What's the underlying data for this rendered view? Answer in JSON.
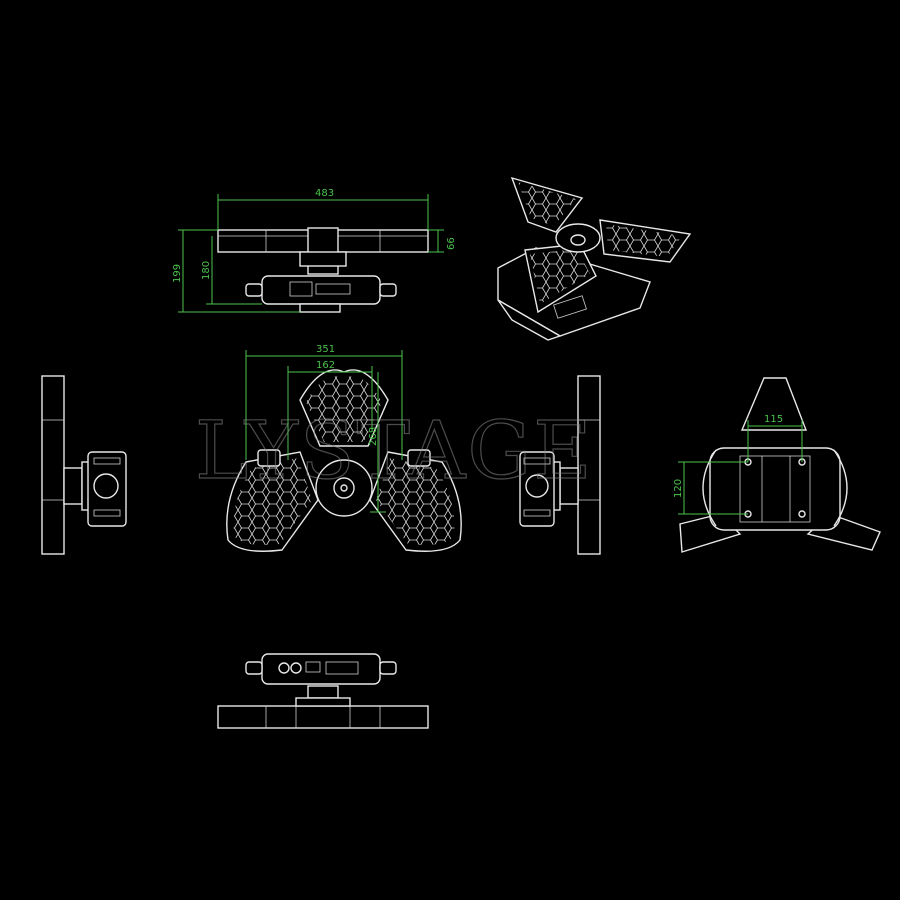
{
  "watermark": "LYSTAGE",
  "colors": {
    "background": "#000000",
    "line": "#e8e8e8",
    "dimension": "#4cc24c"
  },
  "dimensions": {
    "top_width": "483",
    "top_height_outer": "199",
    "top_height_inner": "180",
    "top_side": "66",
    "front_outer_width": "351",
    "front_inner_width": "162",
    "front_height": "268",
    "back_width": "115",
    "back_height": "120"
  }
}
